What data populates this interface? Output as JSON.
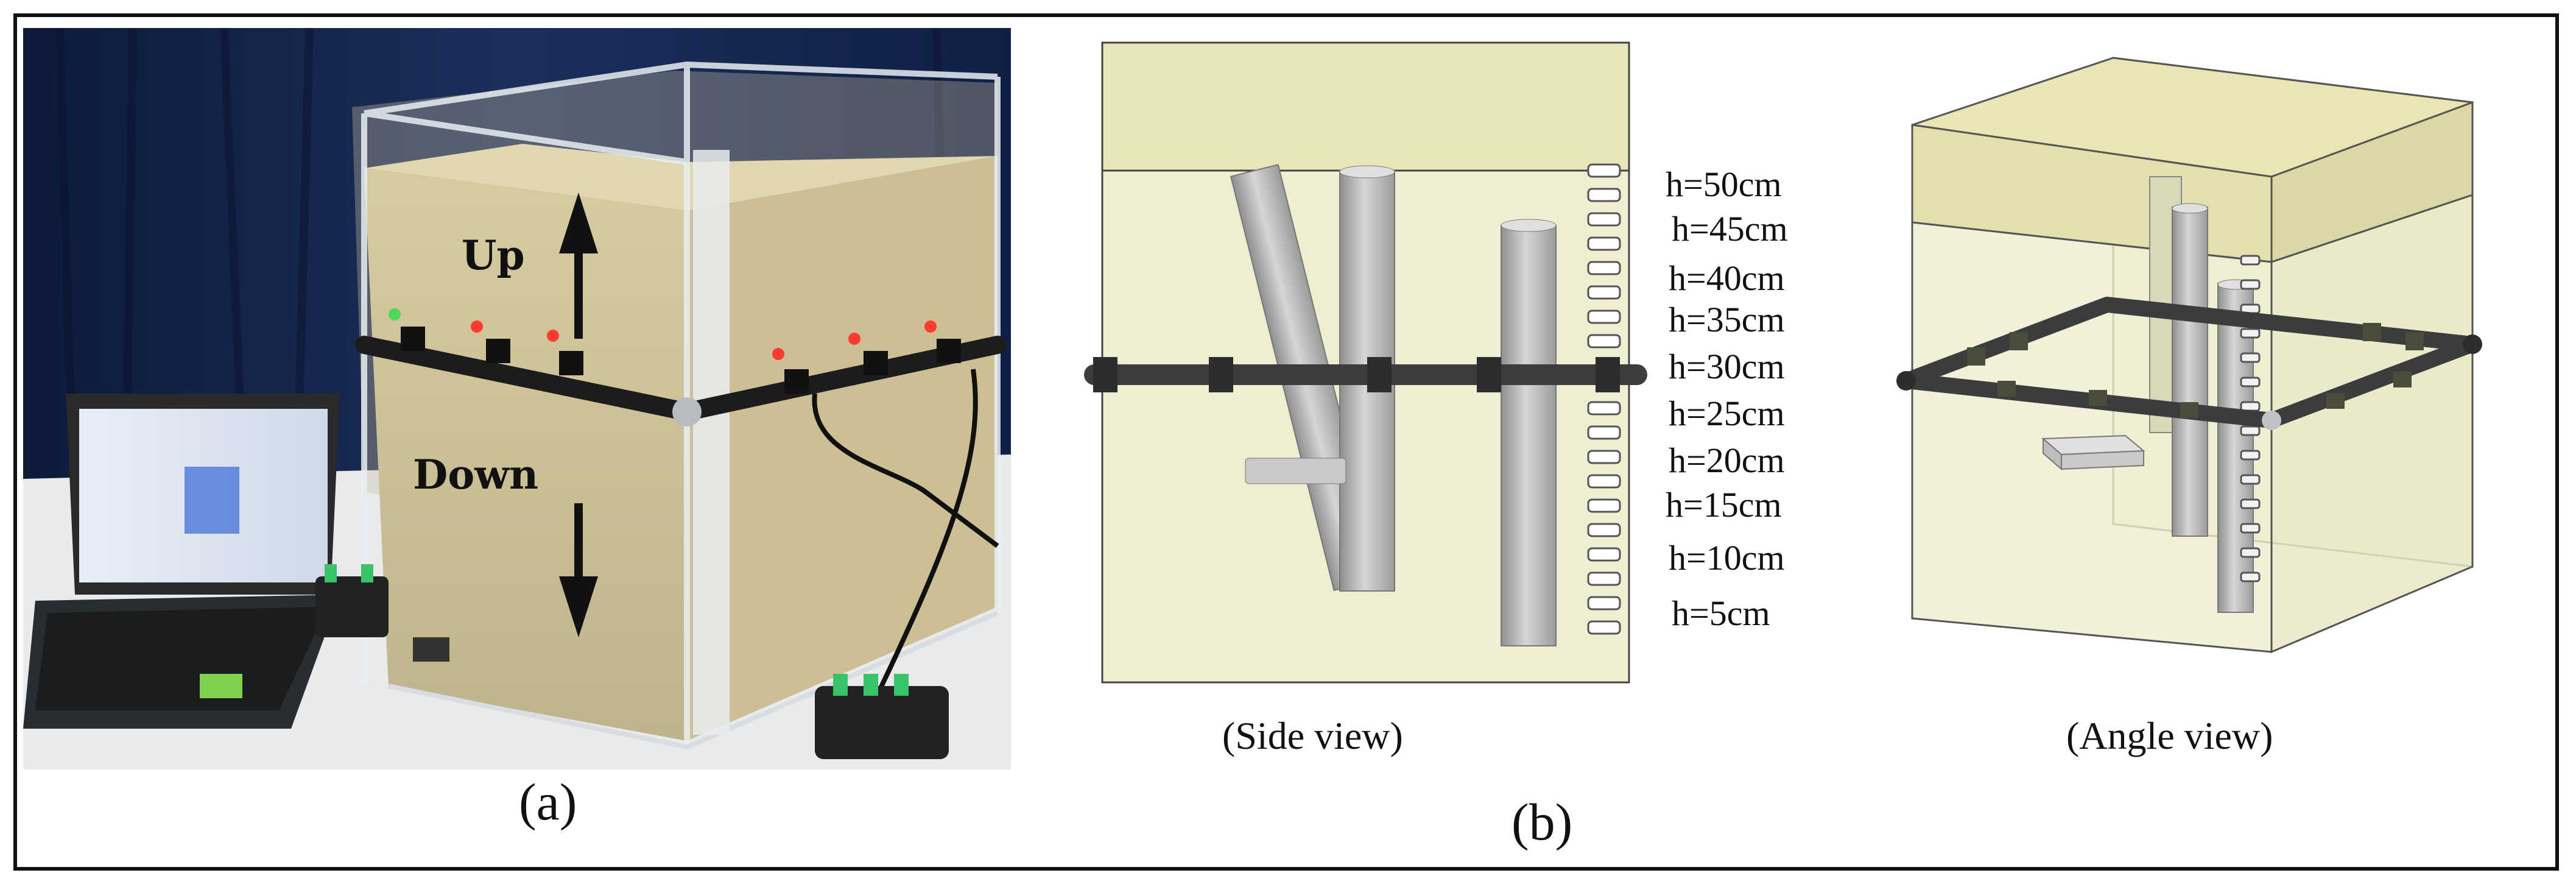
{
  "panels": {
    "a": {
      "label": "(a)",
      "arrow_up_text": "Up",
      "arrow_down_text": "Down"
    },
    "b": {
      "label": "(b)",
      "side_caption": "(Side view)",
      "angle_caption": "(Angle view)"
    }
  },
  "height_labels": [
    "h=50cm",
    "h=45cm",
    "h=40cm",
    "h=35cm",
    "h=30cm",
    "h=25cm",
    "h=20cm",
    "h=15cm",
    "h=10cm",
    "h=5cm"
  ],
  "colors": {
    "tank_fill": "#eeeed0",
    "top_band": "#e8e6b8",
    "pipe": "#3a3c3e",
    "rod": "#c8c8c8",
    "frame_border": "#111111"
  }
}
